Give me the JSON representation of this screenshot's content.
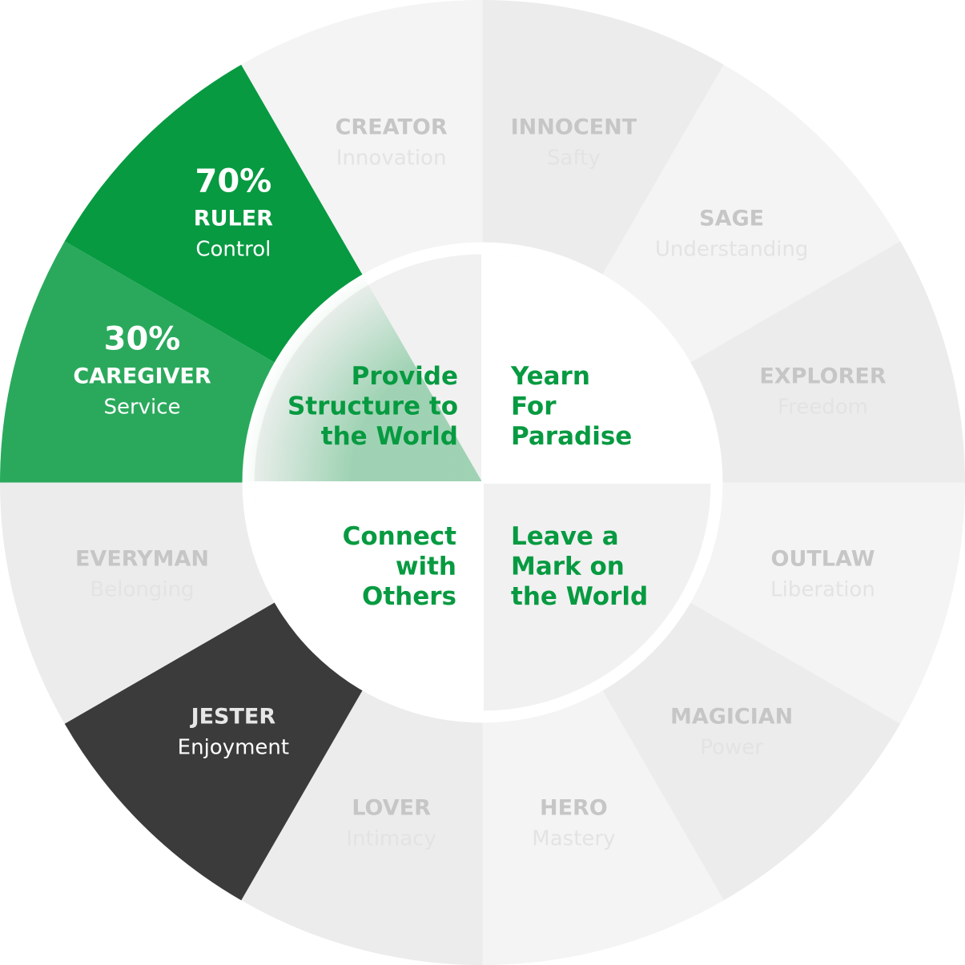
{
  "colors": {
    "green": "#079a41",
    "green_light": "#2aa95c",
    "dark": "#3b3b3b",
    "ring_gray": "#f4f4f4",
    "ring_gray_alt": "#ececec",
    "label_gray": "#c6c6c6",
    "value_gray": "#e3e3e3",
    "center_divider": "#ffffff"
  },
  "segments": [
    {
      "name": "INNOCENT",
      "value": "Safty",
      "fill": "#ececec"
    },
    {
      "name": "SAGE",
      "value": "Understanding",
      "fill": "#f4f4f4"
    },
    {
      "name": "EXPLORER",
      "value": "Freedom",
      "fill": "#ececec"
    },
    {
      "name": "OUTLAW",
      "value": "Liberation",
      "fill": "#f4f4f4"
    },
    {
      "name": "MAGICIAN",
      "value": "Power",
      "fill": "#ececec"
    },
    {
      "name": "HERO",
      "value": "Mastery",
      "fill": "#f4f4f4"
    },
    {
      "name": "LOVER",
      "value": "Intimacy",
      "fill": "#ececec"
    },
    {
      "name": "JESTER",
      "value": "Enjoyment",
      "fill": "#3b3b3b",
      "highlight": "dark"
    },
    {
      "name": "EVERYMAN",
      "value": "Belonging",
      "fill": "#ececec"
    },
    {
      "name": "CAREGIVER",
      "value": "Service",
      "fill": "#2aa95c",
      "percent": "30%",
      "highlight": "green"
    },
    {
      "name": "RULER",
      "value": "Control",
      "fill": "#079a41",
      "percent": "70%",
      "highlight": "green"
    },
    {
      "name": "CREATOR",
      "value": "Innovation",
      "fill": "#f4f4f4"
    }
  ],
  "quadrants": [
    {
      "id": "top-left",
      "lines": [
        "Provide",
        "Structure to",
        "the World"
      ]
    },
    {
      "id": "top-right",
      "lines": [
        "Yearn",
        "For",
        "Paradise"
      ]
    },
    {
      "id": "bottom-left",
      "lines": [
        "Connect",
        "with",
        "Others"
      ]
    },
    {
      "id": "bottom-right",
      "lines": [
        "Leave a",
        "Mark on",
        "the World"
      ]
    }
  ]
}
